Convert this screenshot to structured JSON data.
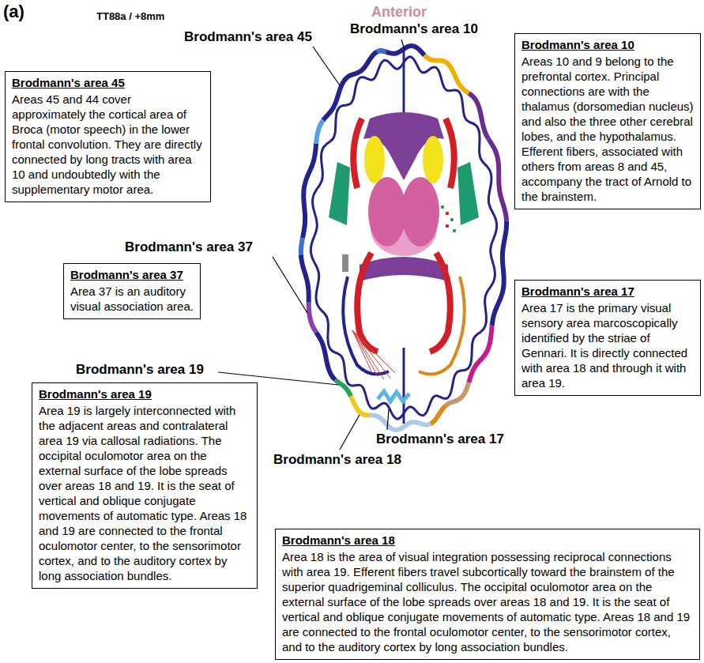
{
  "diagram": {
    "nodes": [
      {
        "text": [
          "Brodmann's area 10",
          "Areas 10 and 9 belong to the prefrontal cortex. Principal connections are with the thalamus (dorsomedian nucleus) and also the three other cerebral lobes, and the hypothalamus. Efferent fibers, associated with others from areas 8 and 45, accompany the tract of Arnold to the brainstem."
        ]
      },
      {
        "text": [
          "Brodmann's area 45",
          "Areas 45 and 44 cover approximately the cortical area of Broca (motor speech) in the lower frontal convolution. They are directly connected by long tracts with area 10 and undoubtedly with the supplementary motor area."
        ]
      },
      {
        "text": [
          "Brodmann's area 37",
          "Area 37 is an auditory visual association area."
        ]
      },
      {
        "text": [
          "Brodmann's area 17",
          "Area 17 is the primary visual sensory area marcoscopically identified by the striae of Gennari. It is directly connected with area 18 and through it with area 19."
        ]
      },
      {
        "text": [
          "Brodmann's area 19",
          "Area 19 is largely interconnected with the adjacent areas and contralateral area 19 via callosal radiations. The occipital oculomotor area on the external surface of the lobe spreads over areas 18 and 19. It is the seat of vertical and oblique conjugate movements of automatic type. Areas 18 and 19 are connected to the frontal oculomotor center, to the sensorimotor cortex, and to the auditory cortex by long association bundles."
        ]
      },
      {
        "text": [
          "Brodmann's area 18",
          "Area 18 is the area of visual integration possessing reciprocal connections with area 19. Efferent fibers travel subcortically toward the brainstem of the superior quadrigeminal colliculus. The occipital oculomotor area on the external surface of the lobe spreads over areas 18 and 19. It is the seat of vertical and oblique conjugate movements of automatic type. Areas 18 and 19 are connected to the frontal oculomotor center, to the sensorimotor cortex, and to the auditory cortex by long association bundles."
        ]
      }
    ],
    "labels": [
      "(a)",
      "TT88a / +8mm",
      "Anterior",
      "Brodmann's area 10",
      "Brodmann's area 45",
      "Brodmann's area 37",
      "Brodmann's area 19",
      "Brodmann's area 17",
      "Brodmann's area 18"
    ]
  }
}
